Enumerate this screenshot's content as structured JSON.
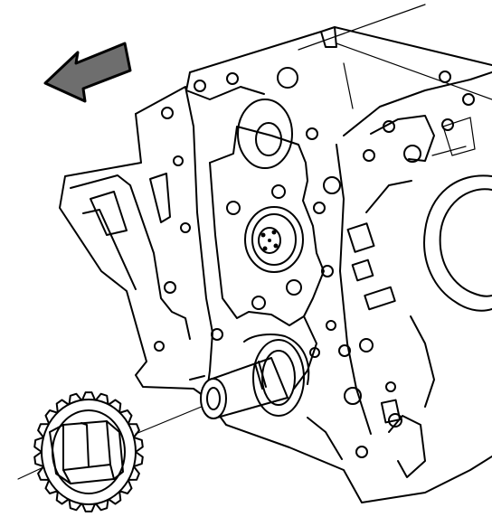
{
  "diagram": {
    "stroke_color": "#000000",
    "background_color": "#ffffff",
    "arrow_fill": "#6e6e6e",
    "parts": [
      "direction-arrow-icon",
      "engine-block",
      "front-cover-plate",
      "cylinder-bore",
      "camshaft-bearing",
      "crankshaft-seal-housing",
      "crankshaft-snout",
      "crankshaft-sprocket"
    ]
  }
}
